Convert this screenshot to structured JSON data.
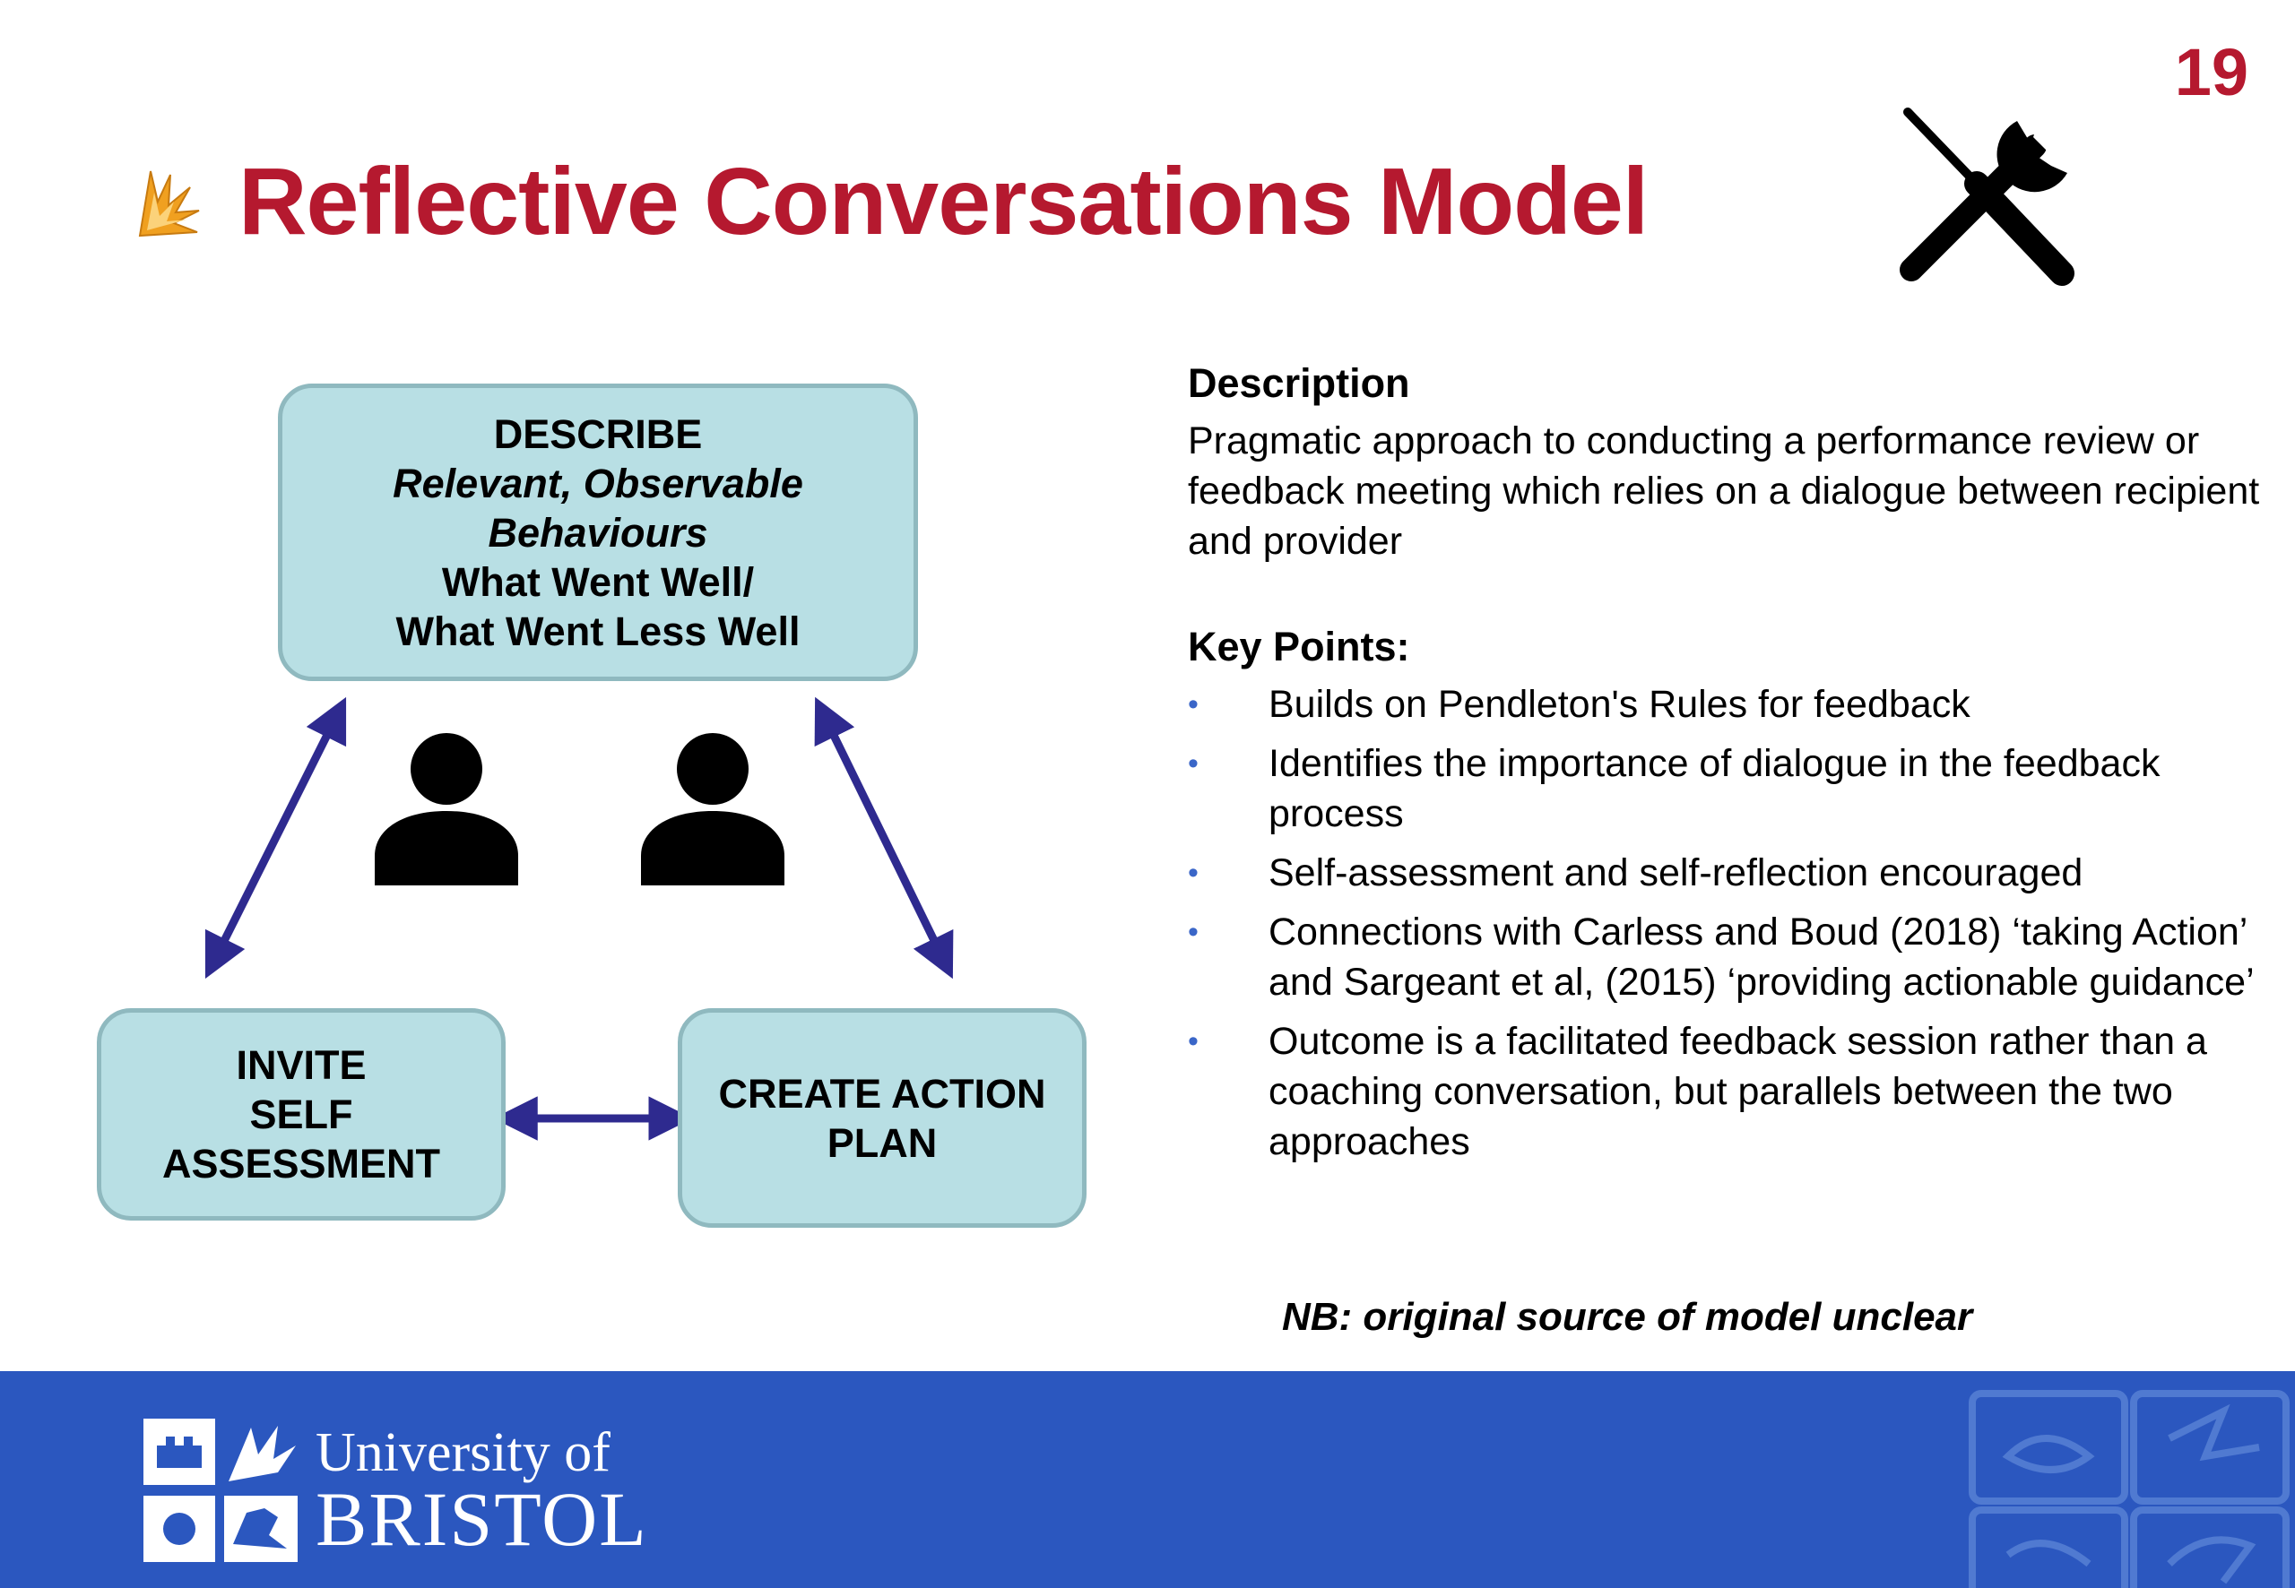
{
  "slide": {
    "number": "19",
    "title": "Reflective Conversations Model"
  },
  "diagram": {
    "describe": {
      "line1": "DESCRIBE",
      "line2": "Relevant, Observable",
      "line3": "Behaviours",
      "line4": "What Went Well/",
      "line5": "What Went Less Well"
    },
    "invite": {
      "line1": "INVITE",
      "line2": "SELF",
      "line3": "ASSESSMENT"
    },
    "create": {
      "line1": "CREATE ACTION",
      "line2": "PLAN"
    },
    "arrow_color": "#2e2a8f",
    "box_color": "#b8dfe4"
  },
  "description": {
    "heading": "Description",
    "body": "Pragmatic approach to conducting a performance review or feedback meeting which relies on a dialogue between recipient and provider"
  },
  "key_points": {
    "heading": "Key Points:",
    "items": [
      "Builds on Pendleton's Rules for feedback",
      "Identifies the importance of dialogue in the feedback process",
      "Self-assessment and self-reflection encouraged",
      "Connections with Carless and Boud (2018) ‘taking Action’ and Sargeant et al, (2015) ‘providing actionable guidance’",
      "Outcome is a facilitated feedback session rather than a coaching conversation, but parallels between the two approaches"
    ]
  },
  "note": "NB: original source of model unclear",
  "footer": {
    "logo_line1": "University of",
    "logo_line2": "BRISTOL",
    "color": "#2b57bf"
  },
  "icons": {
    "title": "sun-flame-icon",
    "tools": "screwdriver-wrench-icon",
    "people": "person-icon"
  },
  "colors": {
    "title": "#b5192f",
    "bullet": "#3a66c8"
  }
}
